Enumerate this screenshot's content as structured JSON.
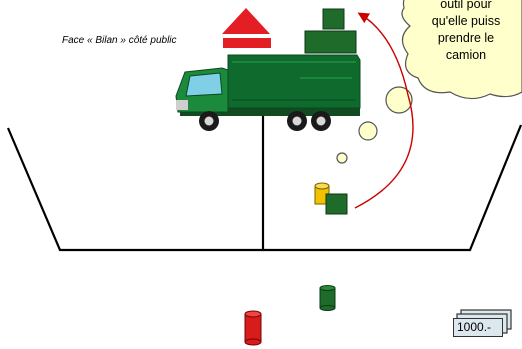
{
  "caption": "Face « Bilan » côté public",
  "thought_bubble": {
    "lines": [
      "outil pour",
      "qu'elle puiss",
      "prendre le",
      "camion"
    ]
  },
  "banknote": {
    "label": "1000.-"
  },
  "icons": {
    "truck": "truck-icon",
    "warning_triangle": "triangle-icon",
    "stacked_blocks": "stacked-blocks-icon",
    "small_items": "small-items-icon",
    "green_cylinder": "green-cylinder-icon",
    "red_cylinder": "red-cylinder-icon"
  },
  "colors": {
    "truck_green": "#0f6b2d",
    "truck_light_green": "#1c8a3c",
    "triangle_red": "#e31e24",
    "arrow_red": "#cc0000",
    "bubble_fill": "#ffffcc",
    "cylinder_yellow": "#f2c200",
    "cylinder_green": "#1e6b2a",
    "cylinder_red": "#d81b1b"
  }
}
